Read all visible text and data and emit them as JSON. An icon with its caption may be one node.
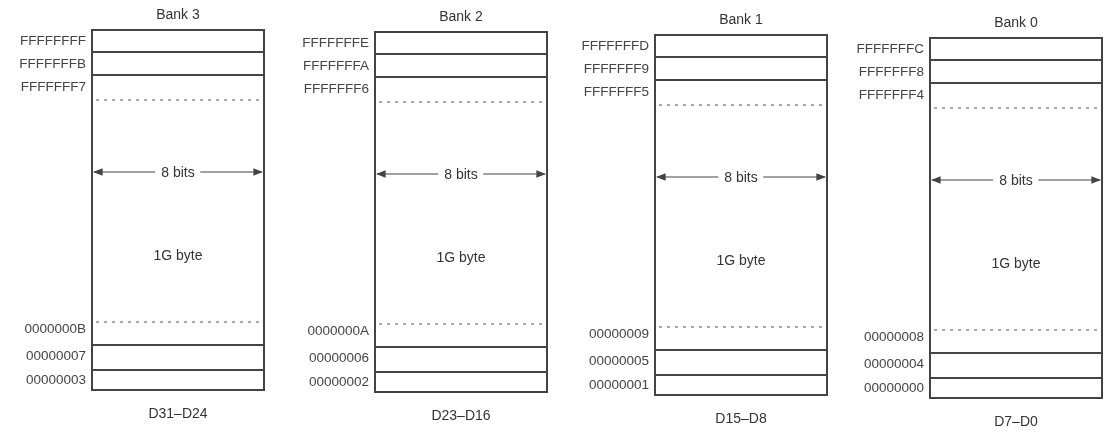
{
  "diagram": {
    "nodes": [
      {
        "text": [
          "Bank 3",
          "1G byte"
        ],
        "beside": [
          "D31–D24"
        ]
      },
      {
        "text": [
          "Bank 2",
          "1G byte"
        ],
        "beside": [
          "D23–D16"
        ]
      },
      {
        "text": [
          "Bank 1",
          "1G byte"
        ],
        "beside": [
          "D15–D8"
        ]
      },
      {
        "text": [
          "Bank 0",
          "1G byte"
        ],
        "beside": [
          "D7–D0"
        ]
      }
    ],
    "labels": [
      "FFFFFFFF",
      "FFFFFFFB",
      "FFFFFFF7",
      "0000000B",
      "00000007",
      "00000003",
      "8 bits",
      "FFFFFFFE",
      "FFFFFFFA",
      "FFFFFFF6",
      "0000000A",
      "00000006",
      "00000002",
      "8 bits",
      "FFFFFFFD",
      "FFFFFFF9",
      "FFFFFFF5",
      "00000009",
      "00000005",
      "00000001",
      "8 bits",
      "FFFFFFFC",
      "FFFFFFF8",
      "FFFFFFF4",
      "00000008",
      "00000004",
      "00000000",
      "8 bits"
    ]
  }
}
